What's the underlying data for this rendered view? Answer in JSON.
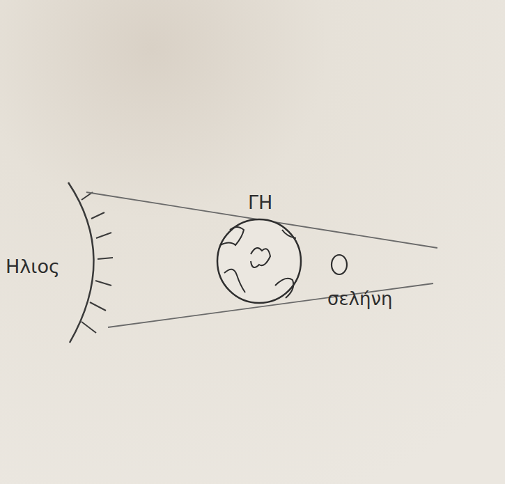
{
  "diagram": {
    "labels": [
      "Ηλιος",
      "ΓΗ",
      "σελήνη"
    ]
  }
}
